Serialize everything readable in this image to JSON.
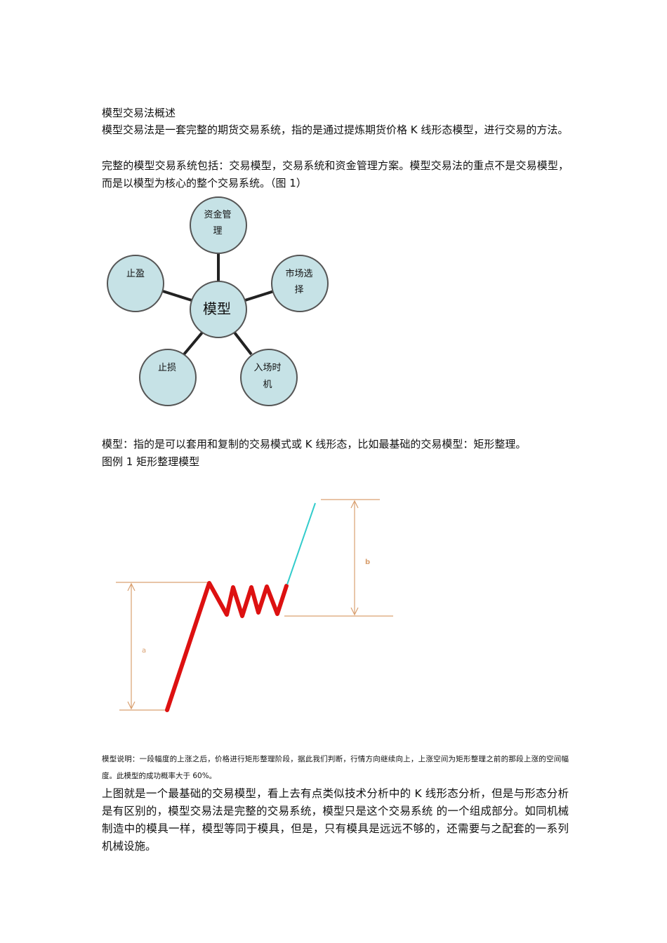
{
  "title": "模型交易法概述",
  "paragraphs": [
    "模型交易法是一套完整的期货交易系统，指的是通过提炼期货价格 K 线形态模型，进行交易的方法。",
    "完整的模型交易系统包括：交易模型，交易系统和资金管理方案。模型交易法的重点不是交易模型，而是以模型为核心的整个交易系统。（图 1）"
  ],
  "diagram": {
    "center": "模型",
    "nodes": [
      {
        "line1": "资金管",
        "line2": "理"
      },
      {
        "line1": "市场选",
        "line2": "择"
      },
      {
        "line1": "入场时",
        "line2": "机"
      },
      {
        "line1": "止损",
        "line2": ""
      },
      {
        "line1": "止盈",
        "line2": ""
      }
    ],
    "fill_color": "#c6e2e6",
    "line_color": "#222222"
  },
  "model_text": "模型：指的是可以套用和复制的交易模式或 K 线形态，比如最基础的交易模型：矩形整理。",
  "figure_caption": "图例 1 矩形整理模型",
  "figure": {
    "label_a": "a",
    "label_b": "b",
    "trend_color": "#dd1111",
    "breakout_color": "#33cccc",
    "measure_color": "#d9a070"
  },
  "explanation": "模型说明：一段幅度的上涨之后，价格进行矩形整理阶段，据此我们判断，行情方向继续向上，上涨空间为矩形整理之前的那段上涨的空间幅度。此模型的成功概率大于 60%。",
  "closing_paragraphs": [
    "上图就是一个最基础的交易模型，看上去有点类似技术分析中的 K 线形态分析，但是与形态分析是有区别的，模型交易法是完整的交易系统，模型只是这个交易系统 的一个组成部分。如同机械制造中的模具一样，模型等同于模具，但是，只有模具是远远不够的，还需要与之配套的一系列机械设施。"
  ]
}
